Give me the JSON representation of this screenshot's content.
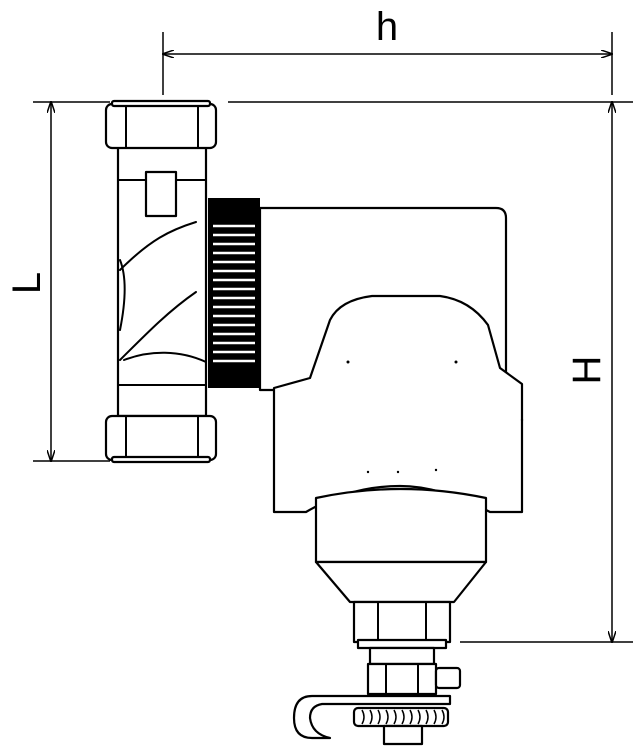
{
  "dimensions": {
    "width_label": "h",
    "height_label": "H",
    "length_label": "L"
  },
  "colors": {
    "line": "#000000",
    "background": "#ffffff",
    "ring": "#000000"
  }
}
